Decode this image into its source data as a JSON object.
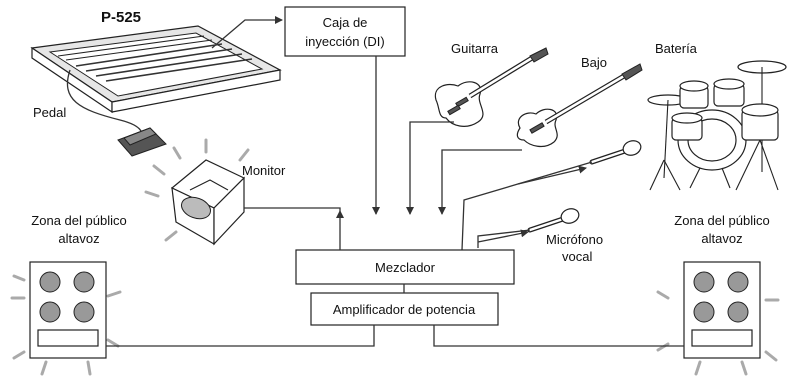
{
  "title": "P-525",
  "labels": {
    "di_box": [
      "Caja de",
      "inyección (DI)"
    ],
    "guitar": "Guitarra",
    "bass": "Bajo",
    "drums": "Batería",
    "pedal": "Pedal",
    "monitor": "Monitor",
    "mixer": "Mezclador",
    "amplifier": "Amplificador de potencia",
    "vocal_mic": [
      "Micrófono",
      "vocal"
    ],
    "speaker_left": [
      "Zona del público",
      "altavoz"
    ],
    "speaker_right": [
      "Zona del público",
      "altavoz"
    ]
  },
  "icons": [
    "digital-piano-icon",
    "sustain-pedal-icon",
    "electric-guitar-icon",
    "bass-guitar-icon",
    "drum-kit-icon",
    "microphone-icon",
    "stage-monitor-icon",
    "speaker-icon"
  ]
}
